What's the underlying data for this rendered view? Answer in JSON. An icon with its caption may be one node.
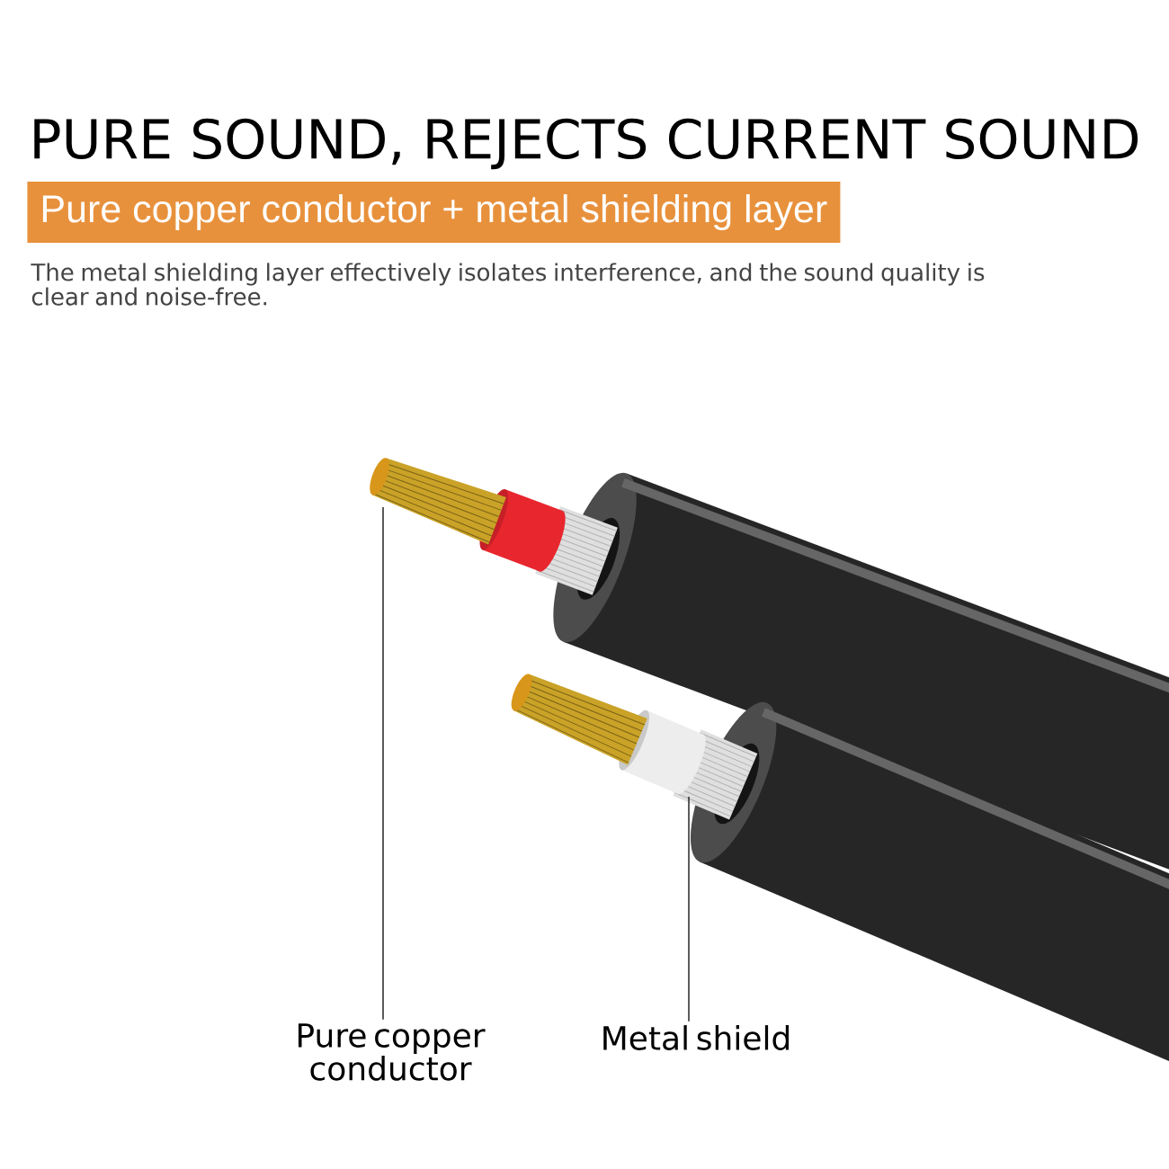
{
  "diagram": {
    "title": "PURE SOUND, REJECTS CURRENT SOUND",
    "nodes": [
      {
        "text": [
          "Pure copper conductor + metal shielding layer"
        ]
      },
      {
        "text": [
          "Pure copper conductor"
        ]
      },
      {
        "text": [
          "Metal shield"
        ]
      }
    ],
    "edges": [
      {
        "from": 1,
        "to": null,
        "arrow": "none"
      },
      {
        "from": 2,
        "to": null,
        "arrow": "none"
      }
    ],
    "labels": [
      "The metal shielding layer effectively isolates interference, and the sound quality is clear and noise-free."
    ]
  }
}
